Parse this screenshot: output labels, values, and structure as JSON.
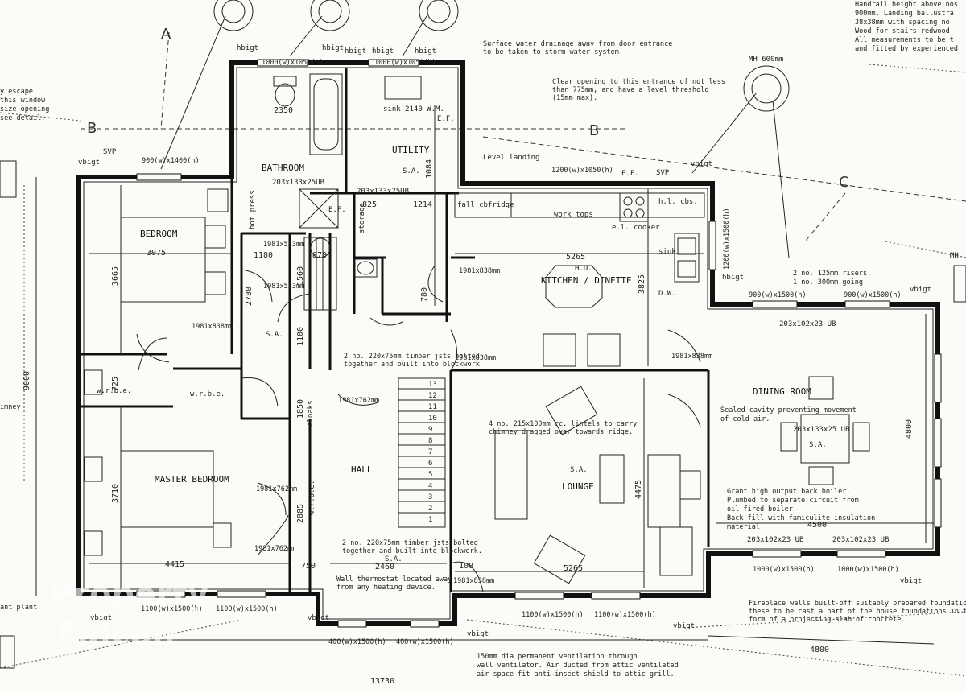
{
  "rooms": {
    "bathroom": "BATHROOM",
    "utility": "UTILITY",
    "bedroom": "BEDROOM",
    "master_bedroom": "MASTER BEDROOM",
    "kitchen": "KITCHEN / DINETTE",
    "hall": "HALL",
    "lounge": "LOUNGE",
    "dining": "DINING ROOM"
  },
  "section_marks": {
    "a": "A",
    "b_left": "B",
    "b_right": "B",
    "c": "C"
  },
  "labels": {
    "hbigt": "hbigt",
    "vbigt": "vbigt",
    "svp": "SVP",
    "svp2": "SVP",
    "ef": "E.F.",
    "sa": "S.A.",
    "hd": "H.D.",
    "mh": "MH 600mm",
    "mh2": "MH",
    "level_landing": "Level landing",
    "fall_cb": "fall cb",
    "fridge": "fridge",
    "work_tops": "work tops",
    "hl_cbs": "h.l. cbs.",
    "el_cooker": "e.l. cooker",
    "sink": "sink",
    "dw": "D.W.",
    "wbe": "w.r.b.e.",
    "wbe2": "w.r.b.e.",
    "wbe3": "w.r.b.e.",
    "cloaks": "cloaks",
    "storage": "storage",
    "sink_wm": "sink 2140 W.M.",
    "hot_press": "hot press"
  },
  "dimensions": {
    "d2350": "2350",
    "d3075": "3075",
    "d1180": "1180",
    "d870": "870",
    "d3665": "3665",
    "d2780": "2780",
    "d1560": "1560",
    "d1100": "1100",
    "d3710": "3710",
    "d1850": "1850",
    "d2885": "2885",
    "d4415": "4415",
    "d750": "750",
    "d2460": "2460",
    "d100": "100",
    "d13730": "13730",
    "d9000": "9000",
    "d5265": "5265",
    "d5265b": "5265",
    "d3825": "3825",
    "d4475": "4475",
    "d4500": "4500",
    "d4800": "4800",
    "d4800b": "4800",
    "d825": "825",
    "d1214": "1214",
    "d725": "725",
    "d1084": "1084",
    "d780": "780"
  },
  "lintels": {
    "l1": "203x133x25UB",
    "l2": "203x133x25UB",
    "l3": "203x102x23 UB",
    "l4": "203x133x25 UB",
    "l5": "203x102x23 UB",
    "l6": "203x102x23 UB"
  },
  "windows": {
    "w1": "1000(w)x1050(h)",
    "w2": "1000(w)x1050(h)",
    "w3": "900(w)x1400(h)",
    "w4": "1200(w)x1050(h)",
    "w5": "1100(w)x1500(h)",
    "w6": "1100(w)x1500(h)",
    "w7": "400(w)x1500(h)",
    "w8": "400(w)x1500(h)",
    "w9": "1100(w)x1500(h)",
    "w10": "1100(w)x1500(h)",
    "w11": "1000(w)x1500(h)",
    "w12": "1000(w)x1500(h)",
    "w13": "900(w)x1500(h)",
    "w14": "900(w)x1500(h)",
    "w15": "1200(w)x1500(h)"
  },
  "doors": {
    "dr1": "1981x838mm",
    "dr2": "1981x838mm",
    "dr3": "1981x838mm",
    "dr4": "1981x838mm",
    "dr5": "1981x762mm",
    "dr6": "1981x762mm",
    "dr7": "1981x762mm",
    "dr8": "1981x838mm",
    "dr9": "1981x533mm",
    "dr10": "1981x533mm"
  },
  "stairs": [
    "13",
    "12",
    "11",
    "10",
    "9",
    "8",
    "7",
    "6",
    "5",
    "4",
    "3",
    "2",
    "1"
  ],
  "notes": {
    "topright1": "Handrail height above nos",
    "topright2": "900mm. Landing ballustra",
    "topright3": "38x38mm with spacing no",
    "topright4": "Wood for stairs redwood",
    "topright5": "All measurements to be t",
    "topright6": "and fitted by experienced",
    "escape1": "y escape",
    "escape2": "this window",
    "escape3": "size opening",
    "escape4": "see detail.",
    "drain1": "Surface water drainage away from door entrance",
    "drain2": "to be taken to storm water system.",
    "clear1": "Clear opening to this entrance of not less",
    "clear2": "than 775mm, and have a level threshold",
    "clear3": "(15mm max).",
    "joists1": "2 no. 220x75mm timber jsts bolted",
    "joists2": "together and built into blockwork",
    "joists3": "2 no. 220x75mm timber jsts bolted",
    "joists4": "together and built into blockwork.",
    "lintel1": "4 no. 215x100mm rc. lintels to carry",
    "lintel2": "chimney dragged over towards ridge.",
    "risers1": "2 no. 125mm risers,",
    "risers2": "1 no. 300mm going",
    "cavity1": "Sealed cavity preventing movement",
    "cavity2": "of cold air.",
    "boiler1": "Grant high output back boiler.",
    "boiler2": "Plumbed to separate circuit from",
    "boiler3": "oil fired boiler.",
    "boiler4": "Back fill with famiculite insulation",
    "boiler5": "material.",
    "thermo1": "Wall thermostat located away",
    "thermo2": "from any heating device.",
    "fire1": "Fireplace walls built-off suitably prepared foundations,",
    "fire2": "these to be cast a part of the house foundations in the",
    "fire3": "form of a projecting slab of concrete.",
    "vent1": "150mm dia permanent ventilation through",
    "vent2": "wall ventilator. Air ducted from attic ventilated",
    "vent3": "air space fit anti-insect shield to attic grill.",
    "plant": "ant plant.",
    "chimney": "imney"
  },
  "watermark": {
    "line1": "Property",
    "line2": "Falcon"
  }
}
